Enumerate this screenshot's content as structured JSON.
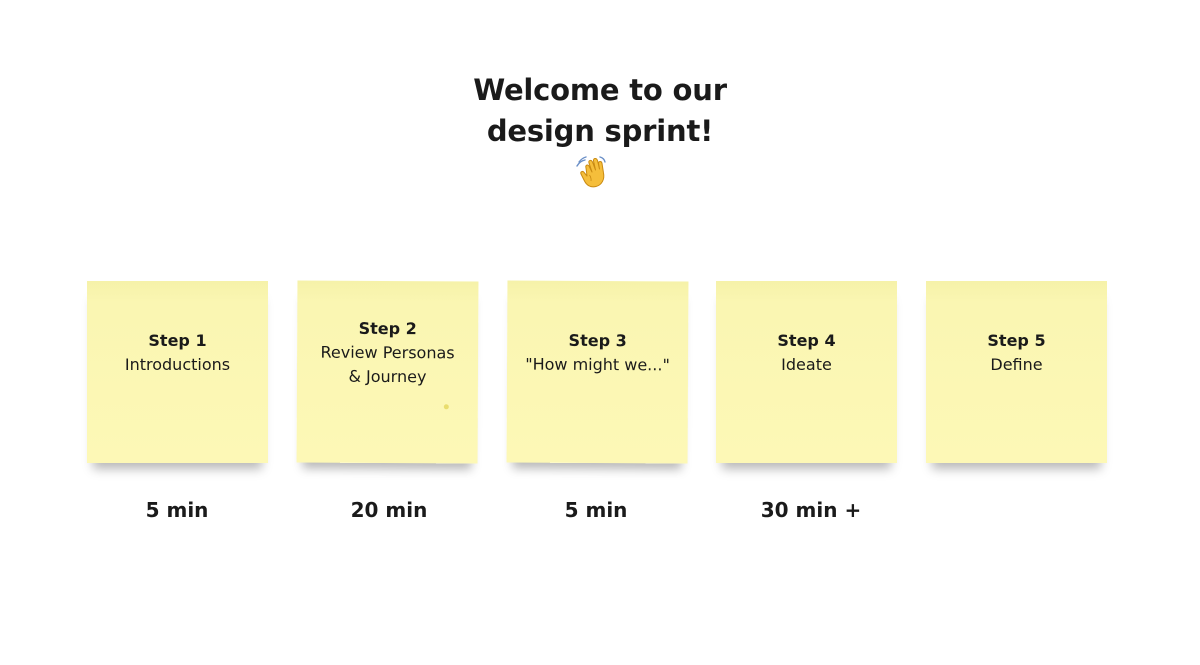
{
  "title": {
    "line1": "Welcome to our",
    "line2": "design sprint!"
  },
  "wave_icon": "waving-hand-emoji",
  "notes": [
    {
      "step": "Step 1",
      "desc": "Introductions",
      "duration": "5 min"
    },
    {
      "step": "Step 2",
      "desc": "Review Personas\n& Journey",
      "duration": "20 min"
    },
    {
      "step": "Step 3",
      "desc": "\"How might we...\"",
      "duration": "5 min"
    },
    {
      "step": "Step 4",
      "desc": "Ideate",
      "duration": "30 min +"
    },
    {
      "step": "Step 5",
      "desc": "Define",
      "duration": ""
    }
  ],
  "colors": {
    "sticky_note": "#fdf8b6",
    "text": "#1a1a1a",
    "background": "#ffffff"
  }
}
